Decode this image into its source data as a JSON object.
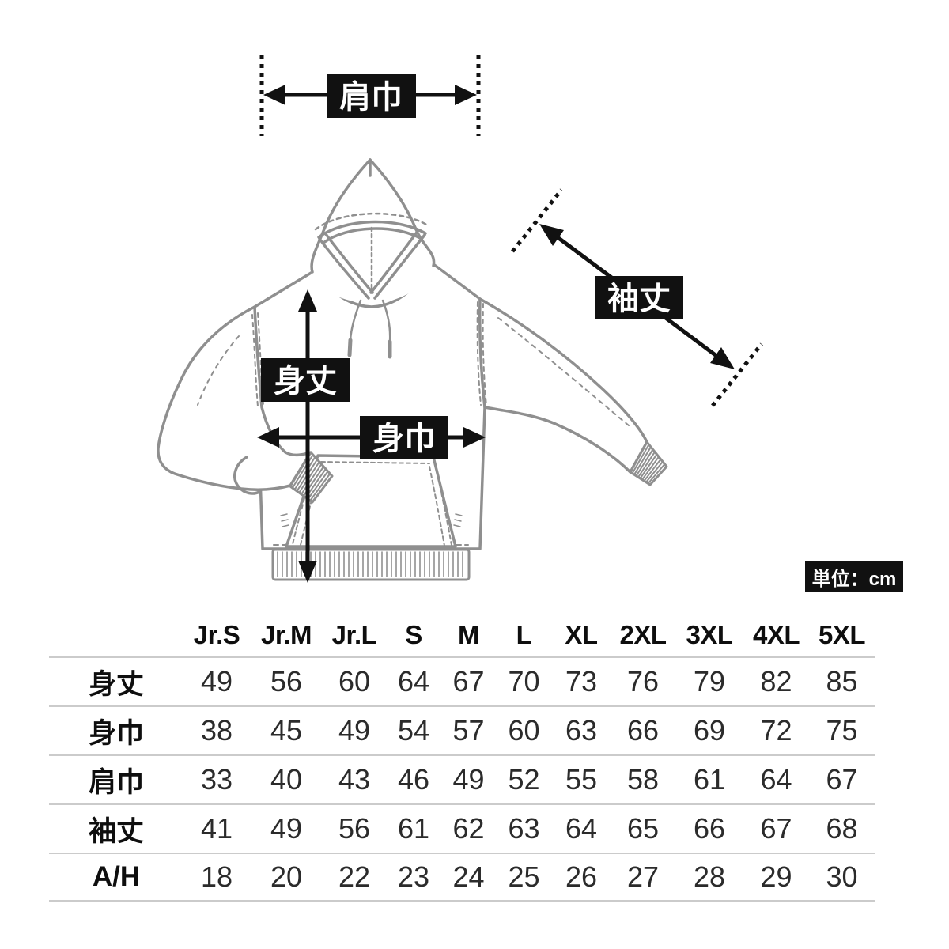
{
  "diagram": {
    "measure_labels": {
      "shoulder_width": "肩巾",
      "body_length": "身丈",
      "body_width": "身巾",
      "sleeve_length": "袖丈"
    },
    "unit_label": "単位：cm"
  },
  "size_table": {
    "column_headers": [
      "Jr.S",
      "Jr.M",
      "Jr.L",
      "S",
      "M",
      "L",
      "XL",
      "2XL",
      "3XL",
      "4XL",
      "5XL"
    ],
    "rows": [
      {
        "label": "身丈",
        "values": [
          "49",
          "56",
          "60",
          "64",
          "67",
          "70",
          "73",
          "76",
          "79",
          "82",
          "85"
        ]
      },
      {
        "label": "身巾",
        "values": [
          "38",
          "45",
          "49",
          "54",
          "57",
          "60",
          "63",
          "66",
          "69",
          "72",
          "75"
        ]
      },
      {
        "label": "肩巾",
        "values": [
          "33",
          "40",
          "43",
          "46",
          "49",
          "52",
          "55",
          "58",
          "61",
          "64",
          "67"
        ]
      },
      {
        "label": "袖丈",
        "values": [
          "41",
          "49",
          "56",
          "61",
          "62",
          "63",
          "64",
          "65",
          "66",
          "67",
          "68"
        ]
      },
      {
        "label": "A/H",
        "values": [
          "18",
          "20",
          "22",
          "23",
          "24",
          "25",
          "26",
          "27",
          "28",
          "29",
          "30"
        ]
      }
    ]
  },
  "colors": {
    "annotation_black": "#111111",
    "garment_line_gray": "#8f8f8f",
    "table_divider": "#cbcbcb",
    "table_number_text": "#2b2b2b"
  }
}
